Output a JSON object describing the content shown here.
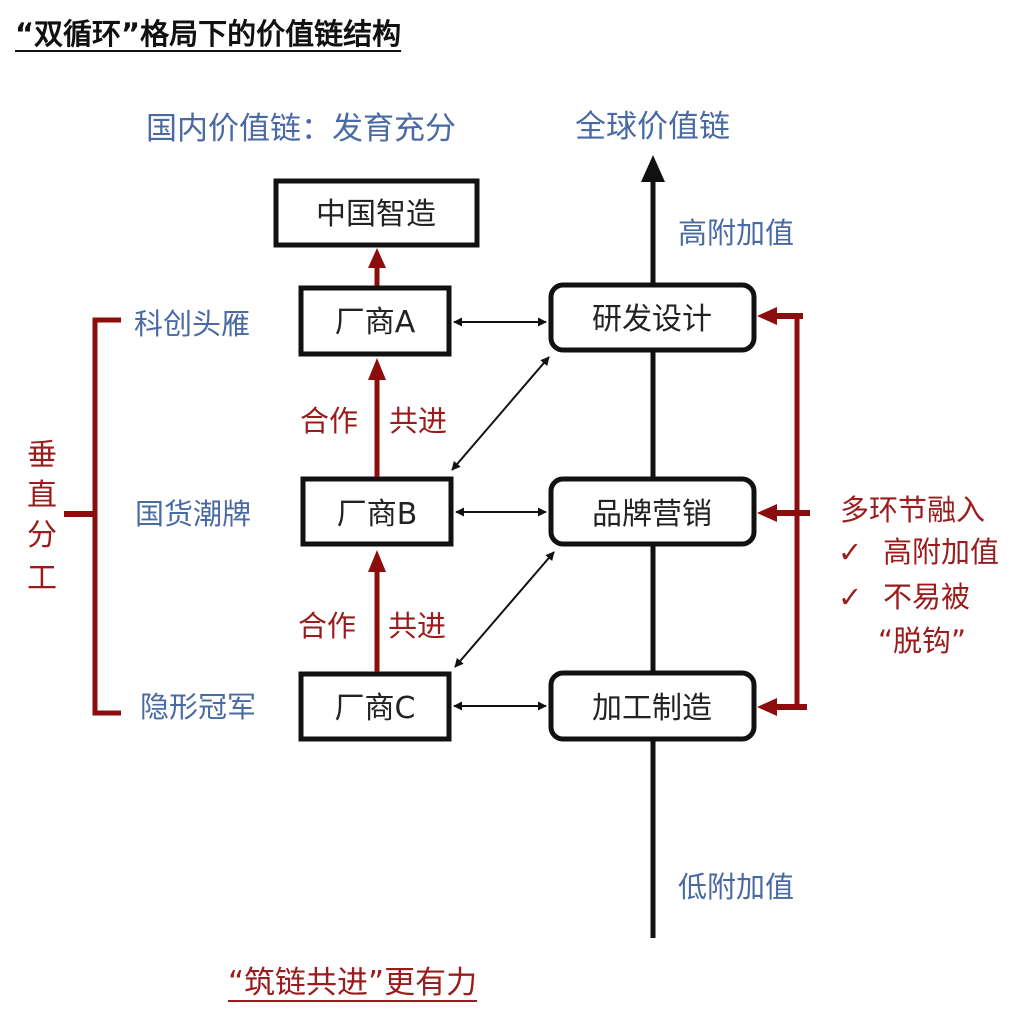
{
  "title": "“双循环”格局下的价值链结构",
  "colors": {
    "blue_text": "#4a6aa5",
    "red_accent": "#8b0d0d",
    "black": "#111111"
  },
  "domestic_chain_label": "国内价值链：发育充分",
  "global_chain_label": "全球价值链",
  "axis": {
    "high_label": "高附加值",
    "low_label": "低附加值"
  },
  "top_box": "中国智造",
  "firms": [
    {
      "label": "厂商A",
      "category": "科创头雁"
    },
    {
      "label": "厂商B",
      "category": "国货潮牌"
    },
    {
      "label": "厂商C",
      "category": "隐形冠军"
    }
  ],
  "cooperation_labels": [
    {
      "left": "合作",
      "right": "共进"
    },
    {
      "left": "合作",
      "right": "共进"
    }
  ],
  "vertical_division": [
    "垂",
    "直",
    "分",
    "工"
  ],
  "value_stages": [
    "研发设计",
    "品牌营销",
    "加工制造"
  ],
  "integration": {
    "heading": "多环节融入",
    "check_mark": "✓",
    "points": [
      "高附加值",
      "不易被"
    ],
    "continuation": "“脱钩”"
  },
  "footer": "“筑链共进”更有力"
}
